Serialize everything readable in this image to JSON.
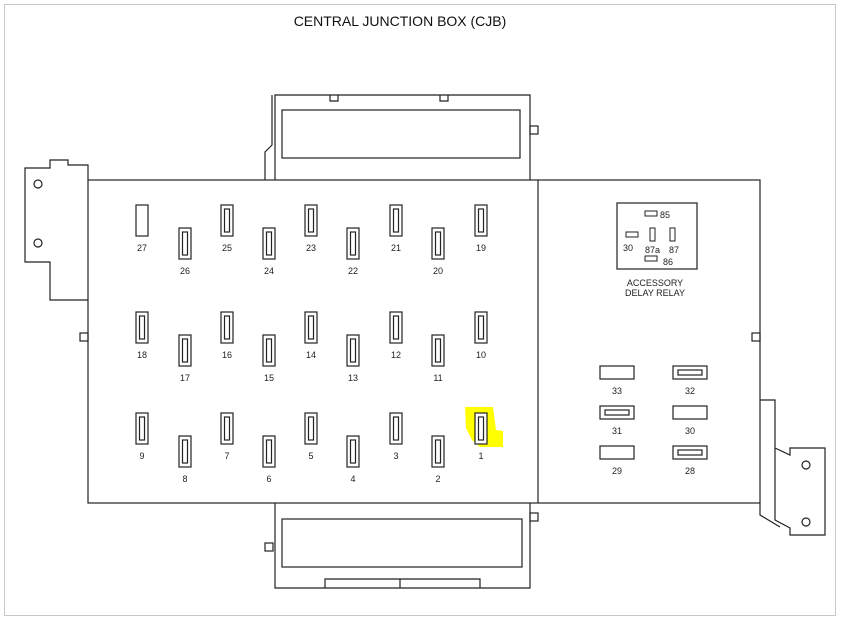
{
  "title": "CENTRAL JUNCTION BOX (CJB)",
  "highlight_color": "#ffff00",
  "highlighted_fuse": "1",
  "fuses": {
    "row1": [
      "27",
      "26",
      "25",
      "24",
      "23",
      "22",
      "21",
      "20",
      "19"
    ],
    "row2": [
      "18",
      "17",
      "16",
      "15",
      "14",
      "13",
      "12",
      "11",
      "10"
    ],
    "row3": [
      "9",
      "8",
      "7",
      "6",
      "5",
      "4",
      "3",
      "2",
      "1"
    ]
  },
  "relay": {
    "pins": [
      "85",
      "30",
      "87a",
      "87",
      "86"
    ],
    "label_line1": "ACCESSORY",
    "label_line2": "DELAY RELAY"
  },
  "maxi_fuses": [
    "33",
    "32",
    "31",
    "30",
    "29",
    "28"
  ]
}
